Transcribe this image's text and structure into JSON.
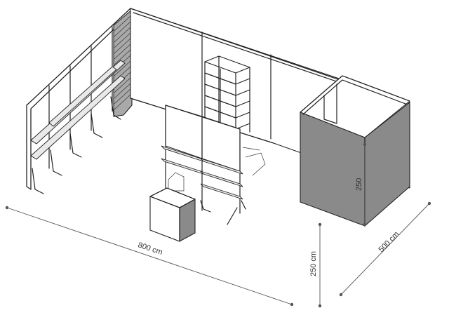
{
  "dimensions": {
    "width_label": "800 cm",
    "depth_label": "500 cm",
    "height_label": "250 cm",
    "cabin_height_label": "250"
  },
  "colors": {
    "line": "#222222",
    "panel_gray": "#8a8a8a",
    "light_gray": "#a9a9a9"
  }
}
